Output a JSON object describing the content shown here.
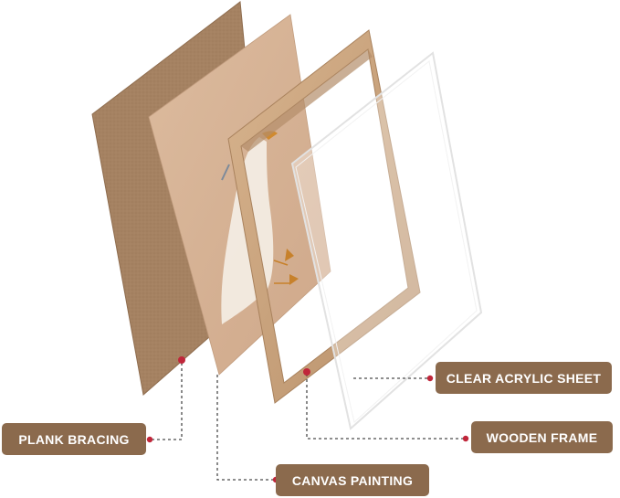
{
  "labels": {
    "clear_acrylic_sheet": "CLEAR ACRYLIC SHEET",
    "wooden_frame": "WOODEN FRAME",
    "plank_bracing": "PLANK BRACING",
    "canvas_painting": "CANVAS PAINTING"
  },
  "colors": {
    "label_background": "#8b6a4d",
    "label_text": "#ffffff",
    "marker_dot": "#c0263a",
    "plank": "#a58262",
    "canvas": "#d7b496",
    "frame_wood": "#caa37c",
    "acrylic_outline": "#e2e2e2"
  },
  "icons": {
    "marker": "red-dot-marker",
    "goose_illustration": "goose-icon"
  }
}
